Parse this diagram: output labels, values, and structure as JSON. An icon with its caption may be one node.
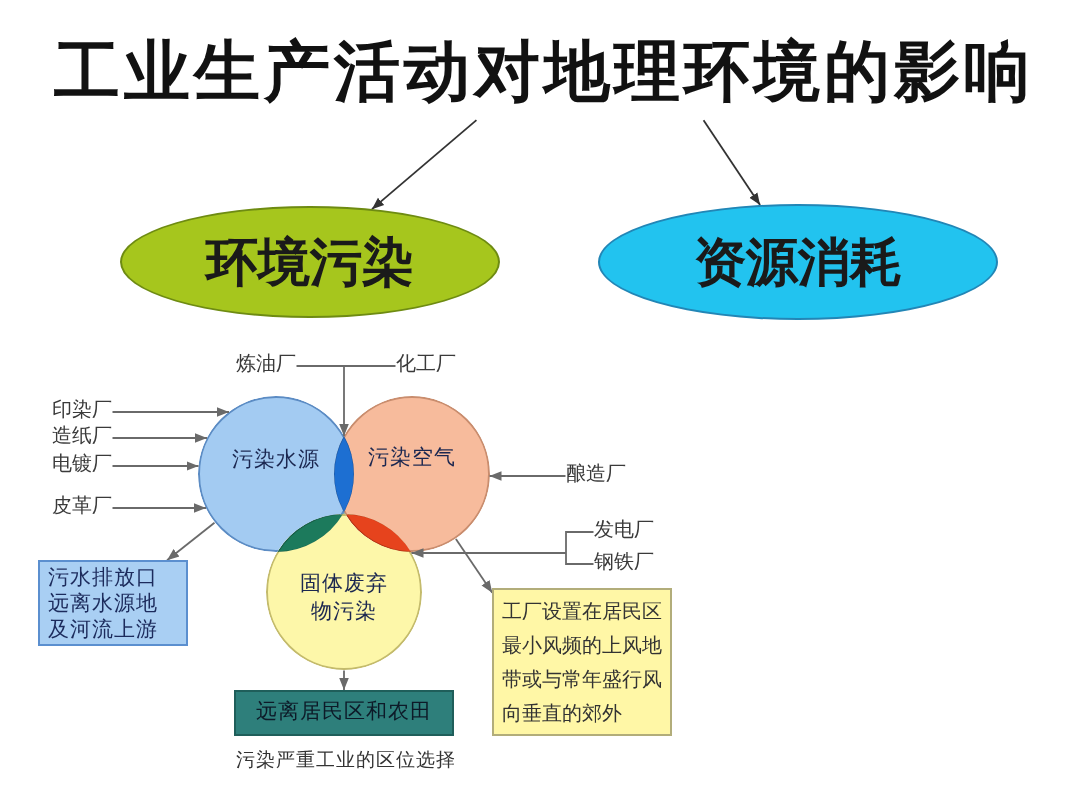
{
  "diagram": {
    "caption": "污染严重工业的区位选择",
    "nodes": [
      {
        "text": [
          "工业生产活动对地理环境的影响"
        ]
      },
      {
        "text": [
          "环境污染"
        ]
      },
      {
        "text": [
          "资源消耗"
        ]
      },
      {
        "text": [
          "炼油厂"
        ]
      },
      {
        "text": [
          "化工厂"
        ]
      },
      {
        "text": [
          "印染厂"
        ]
      },
      {
        "text": [
          "造纸厂"
        ]
      },
      {
        "text": [
          "电镀厂"
        ]
      },
      {
        "text": [
          "皮革厂"
        ]
      },
      {
        "text": [
          "污染水源"
        ]
      },
      {
        "text": [
          "污染空气"
        ]
      },
      {
        "text": [
          "酿造厂"
        ]
      },
      {
        "text": [
          "发电厂"
        ]
      },
      {
        "text": [
          "钢铁厂"
        ]
      },
      {
        "text": [
          "污水排放口远离水源地及河流上游"
        ]
      },
      {
        "text": [
          "固体废弃物污染"
        ]
      },
      {
        "text": [
          "工厂设置在居民区最小风频的上风地带或与常年盛行风向垂直的郊外"
        ]
      },
      {
        "text": [
          "远离居民区和农田"
        ]
      }
    ],
    "edges": [
      {
        "from": 0,
        "to": 1,
        "arrow": "to"
      },
      {
        "from": 0,
        "to": 2,
        "arrow": "to"
      },
      {
        "from": 3,
        "to": 9,
        "arrow": "to"
      },
      {
        "from": 3,
        "to": 10,
        "arrow": "to"
      },
      {
        "from": 4,
        "to": 9,
        "arrow": "to"
      },
      {
        "from": 4,
        "to": 10,
        "arrow": "to"
      },
      {
        "from": 5,
        "to": 9,
        "arrow": "to"
      },
      {
        "from": 6,
        "to": 9,
        "arrow": "to"
      },
      {
        "from": 7,
        "to": 9,
        "arrow": "to"
      },
      {
        "from": 8,
        "to": 9,
        "arrow": "to"
      },
      {
        "from": 11,
        "to": 10,
        "arrow": "to"
      },
      {
        "from": 12,
        "to": 10,
        "arrow": "to"
      },
      {
        "from": 12,
        "to": 15,
        "arrow": "to"
      },
      {
        "from": 13,
        "to": 10,
        "arrow": "to"
      },
      {
        "from": 13,
        "to": 15,
        "arrow": "to"
      },
      {
        "from": 9,
        "to": 14,
        "arrow": "to"
      },
      {
        "from": 10,
        "to": 16,
        "arrow": "to"
      },
      {
        "from": 15,
        "to": 17,
        "arrow": "to"
      }
    ]
  }
}
